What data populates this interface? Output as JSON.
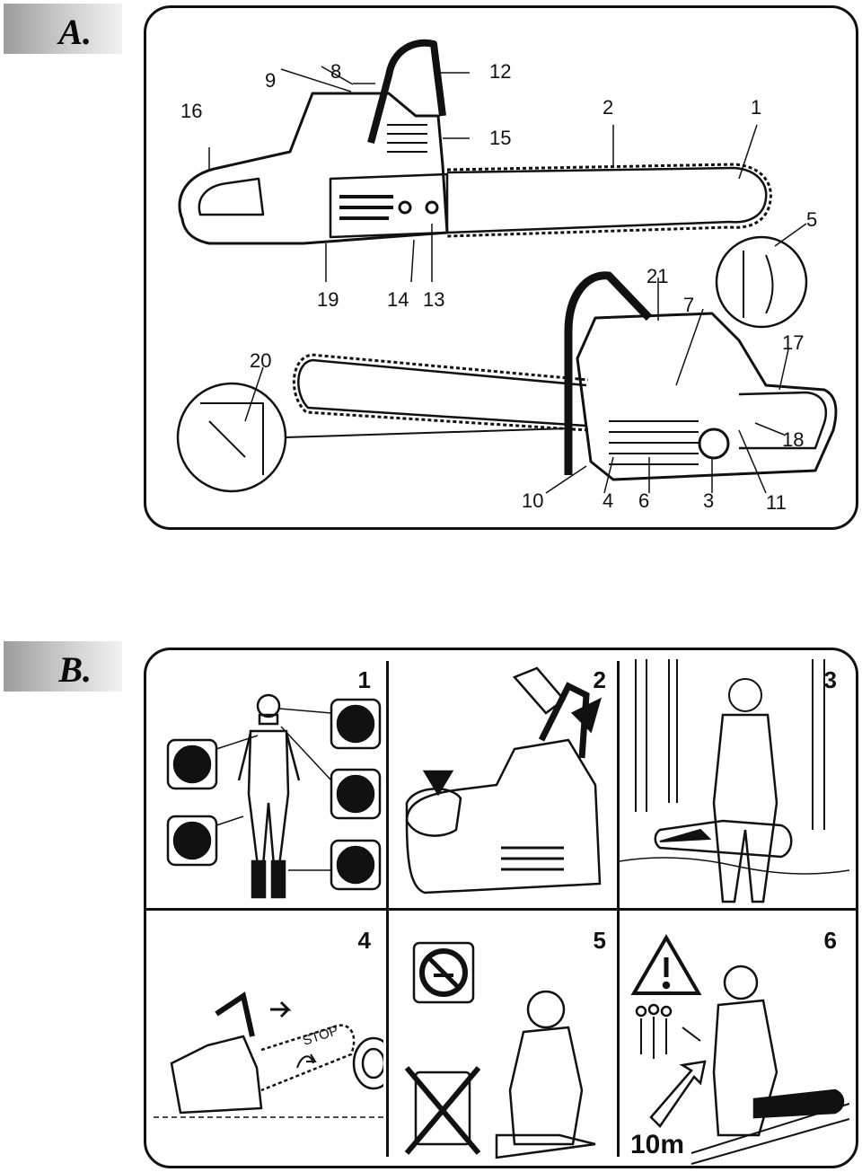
{
  "sections": [
    {
      "letter": "A."
    },
    {
      "letter": "B."
    }
  ],
  "diagram_a": {
    "callouts": [
      "1",
      "2",
      "3",
      "4",
      "5",
      "6",
      "7",
      "8",
      "9",
      "10",
      "11",
      "12",
      "13",
      "14",
      "15",
      "16",
      "17",
      "18",
      "19",
      "20",
      "21"
    ]
  },
  "diagram_b": {
    "panels": [
      {
        "number": "1"
      },
      {
        "number": "2"
      },
      {
        "number": "3"
      },
      {
        "number": "4",
        "sign": "STOP"
      },
      {
        "number": "5"
      },
      {
        "number": "6",
        "distance": "10m"
      }
    ]
  }
}
